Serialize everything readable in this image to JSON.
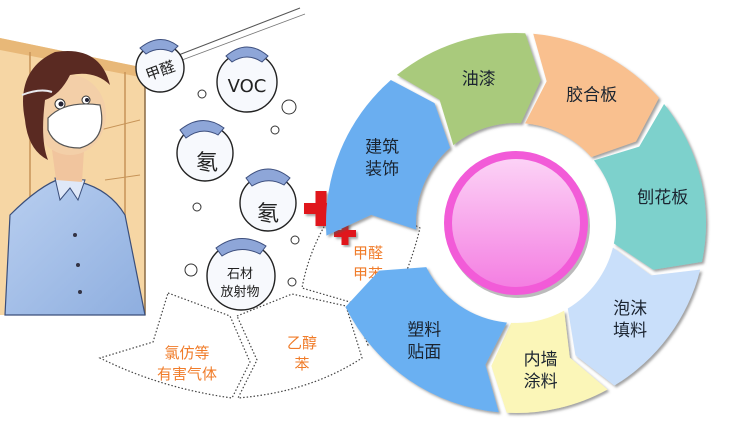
{
  "illustration": {
    "description": "Cartoon person wearing a face mask surrounded by pollutant bubbles",
    "bubbles": [
      {
        "label": "甲醛"
      },
      {
        "label": "VOC"
      },
      {
        "label": "氡"
      },
      {
        "label": "氡"
      },
      {
        "label_line1": "石材",
        "label_line2": "放射物"
      }
    ]
  },
  "plus_icons": [
    "plus-large",
    "plus-small"
  ],
  "pollutants": [
    {
      "line1": "甲醛",
      "line2": "甲苯"
    },
    {
      "line1": "乙醇",
      "line2": "苯"
    },
    {
      "line1": "氯仿等",
      "line2": "有害气体"
    }
  ],
  "pollutant_text_color": "#f07c2a",
  "ring": {
    "segments": [
      {
        "line1": "建筑",
        "line2": "装饰",
        "color": "#6aaef0"
      },
      {
        "line1": "油漆",
        "line2": "",
        "color": "#a9ca7b"
      },
      {
        "line1": "胶合板",
        "line2": "",
        "color": "#f9c08f"
      },
      {
        "line1": "刨花板",
        "line2": "",
        "color": "#7dd1cc"
      },
      {
        "line1": "泡沫",
        "line2": "填料",
        "color": "#c9dffa"
      },
      {
        "line1": "内墙",
        "line2": "涂料",
        "color": "#fbf6b8"
      },
      {
        "line1": "塑料",
        "line2": "贴面",
        "color": "#6ab0f2"
      }
    ],
    "center_color": "#f8a6ea",
    "center_border_color": "#f25bd8"
  }
}
